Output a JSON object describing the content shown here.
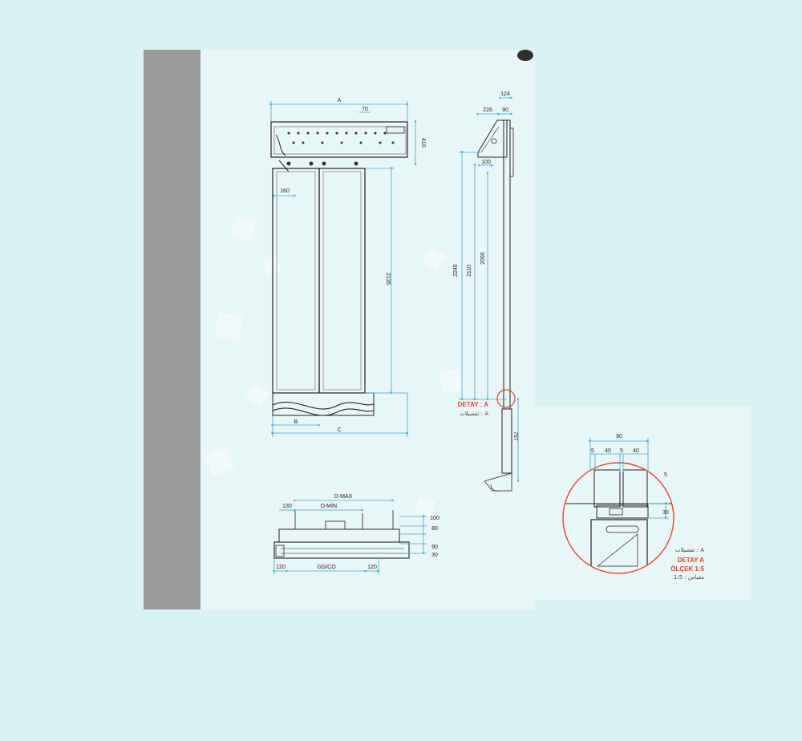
{
  "front_view": {
    "width_label": "A",
    "top_small": "70",
    "height_top": "410",
    "left_offset": "160",
    "height_main": "2135",
    "bottom_left": "B",
    "bottom_width": "C"
  },
  "side_view": {
    "top_124": "124",
    "top_226": "226",
    "top_90": "90",
    "mid_100": "100",
    "h_2240": "2240",
    "h_2110": "2110",
    "h_2000": "2000",
    "h_757": "757",
    "detail_label": "DETAY : A",
    "detail_label_ar": "تفصيلات : A"
  },
  "plan_view": {
    "dmax": "D-MAX",
    "dmin": "D-MİN",
    "left_130": "130",
    "r_100": "100",
    "r_80": "80",
    "r_90": "90",
    "r_30": "30",
    "bottom_left": "120",
    "bottom_mid": "GG/CO",
    "bottom_right": "120"
  },
  "detail_a": {
    "top_90": "90",
    "d5a": "5",
    "d40a": "40",
    "d5b": "5",
    "d40b": "40",
    "right_5": "5",
    "right_30": "30",
    "label_ar": "تفصيلات : A",
    "title": "DETAY A",
    "scale": "ÖLÇEK 1:5",
    "scale_ar": "مقياس : 1:5"
  },
  "colors": {
    "background": "#d9f1f1",
    "sheet": "#e9f6f7",
    "dimension": "#3aa7d6",
    "outline": "#222222",
    "detail_red": "#e0462e"
  }
}
